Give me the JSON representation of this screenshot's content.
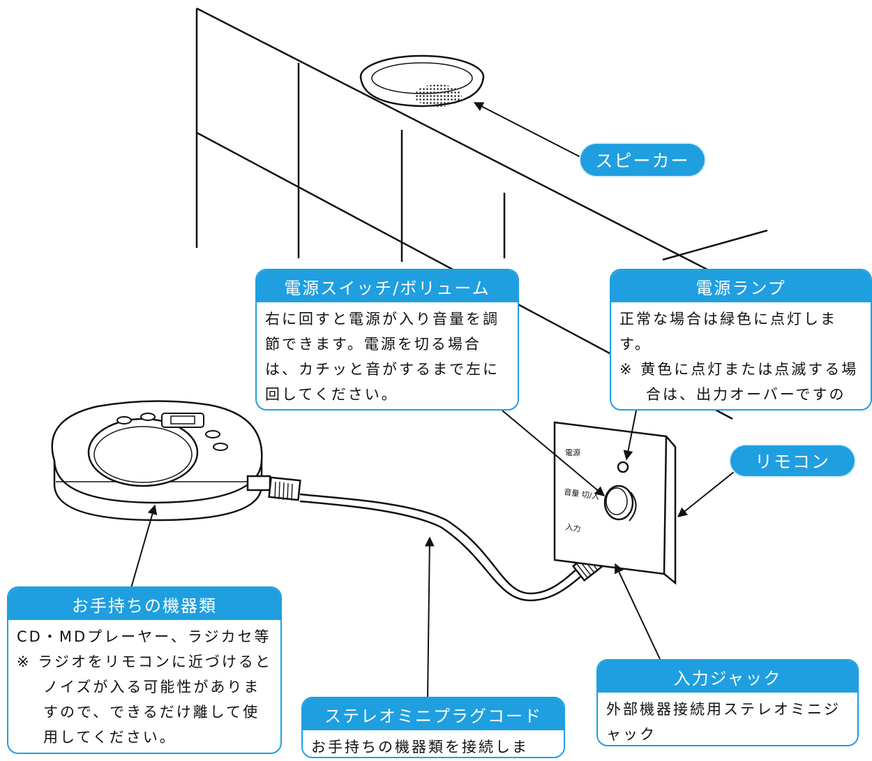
{
  "speaker": {
    "label": "スピーカー"
  },
  "remote": {
    "label": "リモコン"
  },
  "power_volume": {
    "title": "電源スイッチ/ボリューム",
    "text": "右に回すと電源が入り音量を調節できます。電源を切る場合は、カチッと音がするまで左に回してください。"
  },
  "power_lamp": {
    "title": "電源ランプ",
    "text": "正常な場合は緑色に点灯します。",
    "note": "※ 黄色に点灯または点滅する場合は、出力オーバーですので音量を下げてください。"
  },
  "devices": {
    "title": "お手持ちの機器類",
    "text": "CD・MDプレーヤー、ラジカセ等",
    "note": "※ ラジオをリモコンに近づけるとノイズが入る可能性がありますので、できるだけ離して使用してください。"
  },
  "plug_cord": {
    "title": "ステレオミニプラグコード",
    "text": "お手持ちの機器類を接続します。"
  },
  "input_jack": {
    "title": "入力ジャック",
    "text": "外部機器接続用ステレオミニジャック"
  },
  "panel_labels": {
    "power": "電源",
    "volume": "音量 切/入",
    "input": "入力"
  },
  "colors": {
    "accent": "#1f9fe0",
    "line": "#111111"
  }
}
